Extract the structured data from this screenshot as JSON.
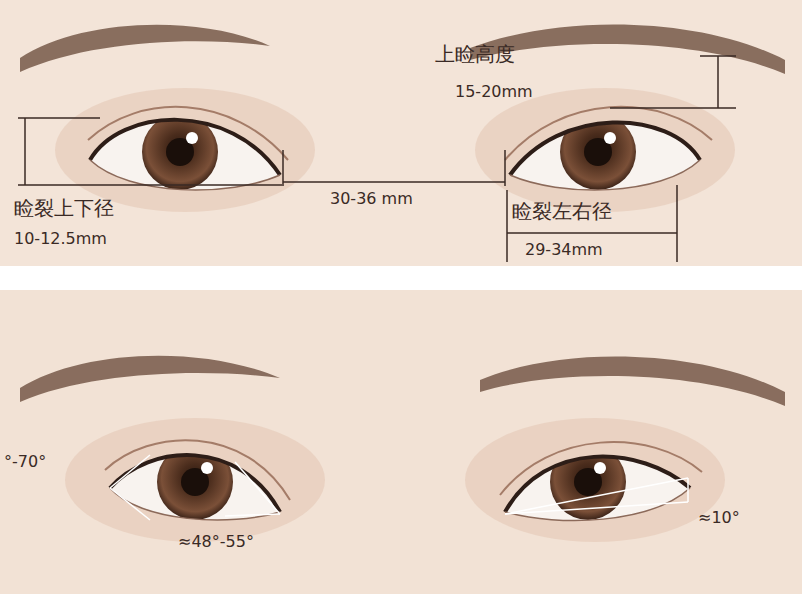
{
  "diagram": {
    "labels": [
      "上睑高度",
      "15-20mm",
      "睑裂上下径",
      "10-12.5mm",
      "30-36 mm",
      "睑裂左右径",
      "29-34mm",
      "°-70°",
      "≈48°-55°",
      "≈10°"
    ]
  }
}
